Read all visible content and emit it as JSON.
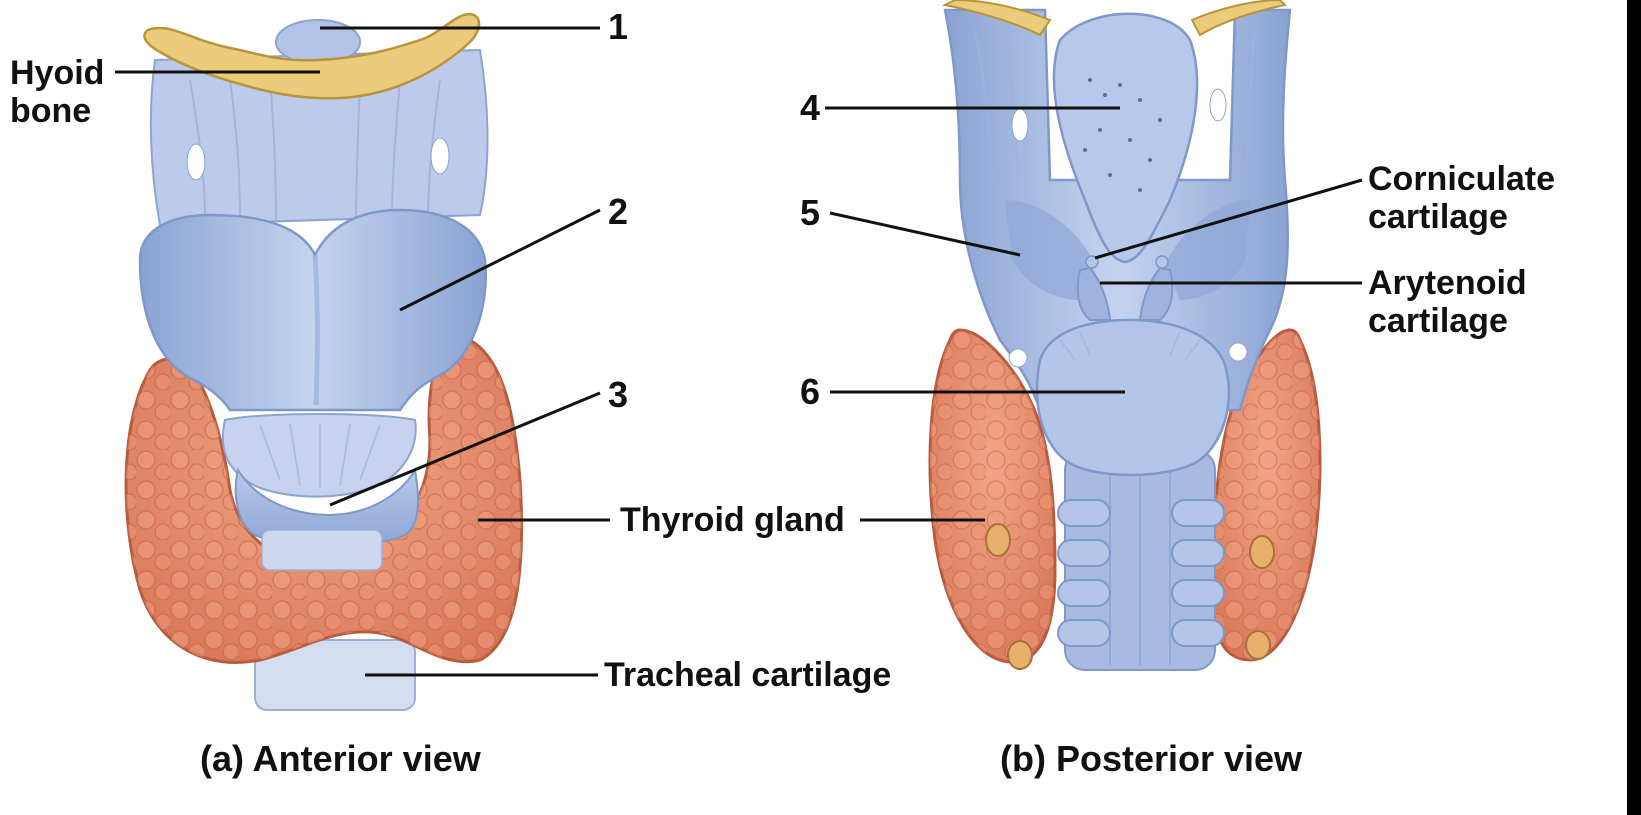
{
  "labels": {
    "hyoid_bone": [
      "Hyoid",
      "bone"
    ],
    "n1": "1",
    "n2": "2",
    "n3": "3",
    "n4": "4",
    "n5": "5",
    "n6": "6",
    "corniculate": [
      "Corniculate",
      "cartilage"
    ],
    "arytenoid": [
      "Arytenoid",
      "cartilage"
    ],
    "thyroid_gland": "Thyroid gland",
    "tracheal_cartilage": "Tracheal cartilage"
  },
  "captions": {
    "anterior": "(a) Anterior view",
    "posterior": "(b) Posterior view"
  },
  "colors": {
    "cartilage": "#a9bde3",
    "cartilage_dark": "#7f98c9",
    "bone": "#e8c878",
    "gland": "#e58d6d",
    "gland_dark": "#c9674a",
    "leader": "#111111"
  }
}
